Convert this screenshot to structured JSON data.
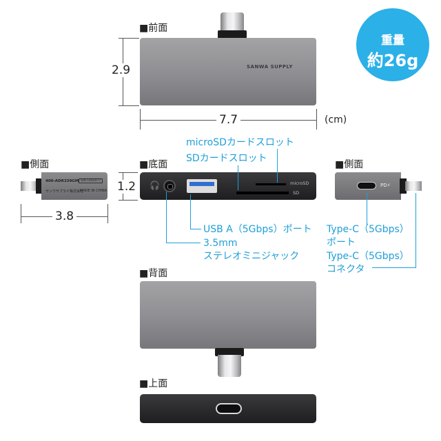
{
  "labels": {
    "front": "■前面",
    "side_left": "■側面",
    "bottom": "■底面",
    "side_right": "■側面",
    "back": "■背面",
    "top": "■上面"
  },
  "dimensions": {
    "height": "2.9",
    "width": "7.7",
    "unit": "(cm)",
    "thickness": "1.2",
    "side_length": "3.8"
  },
  "weight": {
    "title": "重量",
    "value": "約26g"
  },
  "brand_text": "SANWA SUPPLY",
  "side_panel": {
    "model": "400-ADR339GM",
    "serial": "S/N 1402077",
    "maker": "サンワサプライ株式会社",
    "origin": "MADE IN CHINA"
  },
  "port_labels": {
    "microsd_slot": "microSD",
    "sd_slot": "SD",
    "pd": "PD⚡"
  },
  "callouts": {
    "microsd": "microSDカードスロット",
    "sd": "SDカードスロット",
    "usba": "USB A（5Gbps）ポート",
    "audio_line1": "3.5mm",
    "audio_line2": "ステレオミニジャック",
    "typec_port_line1": "Type-C（5Gbps）",
    "typec_port_line2": "ポート",
    "typec_conn_line1": "Type-C（5Gbps）",
    "typec_conn_line2": "コネクタ"
  },
  "colors": {
    "accent": "#1f9fd8",
    "badge": "#2bb0e8",
    "usb_blue": "#2f6fd0"
  }
}
